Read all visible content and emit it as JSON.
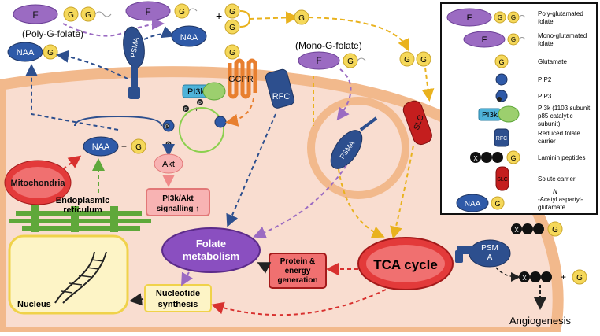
{
  "labels": {
    "poly_g_folate": "(Poly-G-folate)",
    "mono_g_folate": "(Mono-G-folate)",
    "f": "F",
    "g": "G",
    "plus": "+",
    "naa": "NAA",
    "psma": "PSMA",
    "psma_a1": "PSM",
    "psma_a2": "A",
    "gcpr": "GCPR",
    "rfc": "RFC",
    "slc": "SLC",
    "pi3k": "PI3k",
    "p": "P",
    "akt": "Akt",
    "pi3k_akt_1": "PI3k/Akt",
    "pi3k_akt_2": "signalling ↑",
    "mitochondria": "Mitochondria",
    "er_1": "Endoplasmic",
    "er_2": "reticulum",
    "nucleus": "Nucleus",
    "folate_met_1": "Folate",
    "folate_met_2": "metabolism",
    "protein_1": "Protein &",
    "protein_2": "energy",
    "protein_3": "generation",
    "tca": "TCA cycle",
    "nucleotide_1": "Nucleotide",
    "nucleotide_2": "synthesis",
    "x": "X",
    "angiogenesis": "Angiogenesis"
  },
  "legend": {
    "poly_1": "Poly-glutamated",
    "poly_2": "folate",
    "mono_1": "Mono-glutamated",
    "mono_2": "folate",
    "glutamate": "Glutamate",
    "pip2": "PIP2",
    "pip3": "PIP3",
    "pi3k_1": "PI3k (110β subunit,",
    "pi3k_2": "p85 catalytic",
    "pi3k_3": "subunit)",
    "rfc_1": "Reduced folate",
    "rfc_2": "carrier",
    "laminin": "Laminin peptides",
    "solute": "Solute carrier",
    "naa_1": "N",
    "naa_2": "-Acetyl aspartyl-",
    "naa_3": "glutamate"
  },
  "colors": {
    "cell": "#f9ddd0",
    "membrane": "#f2b98c",
    "folate": "#9b6bc2",
    "glutamate": "#f5d85a",
    "psma": "#2d4f8e",
    "naa": "#2f5aa8",
    "gcpr": "#e87f2f",
    "slc": "#c41e1e",
    "mito": "#e33a3a",
    "er": "#5fa83a",
    "nucleus": "#fdf4c6",
    "pi3k": "#4fb3d9"
  }
}
